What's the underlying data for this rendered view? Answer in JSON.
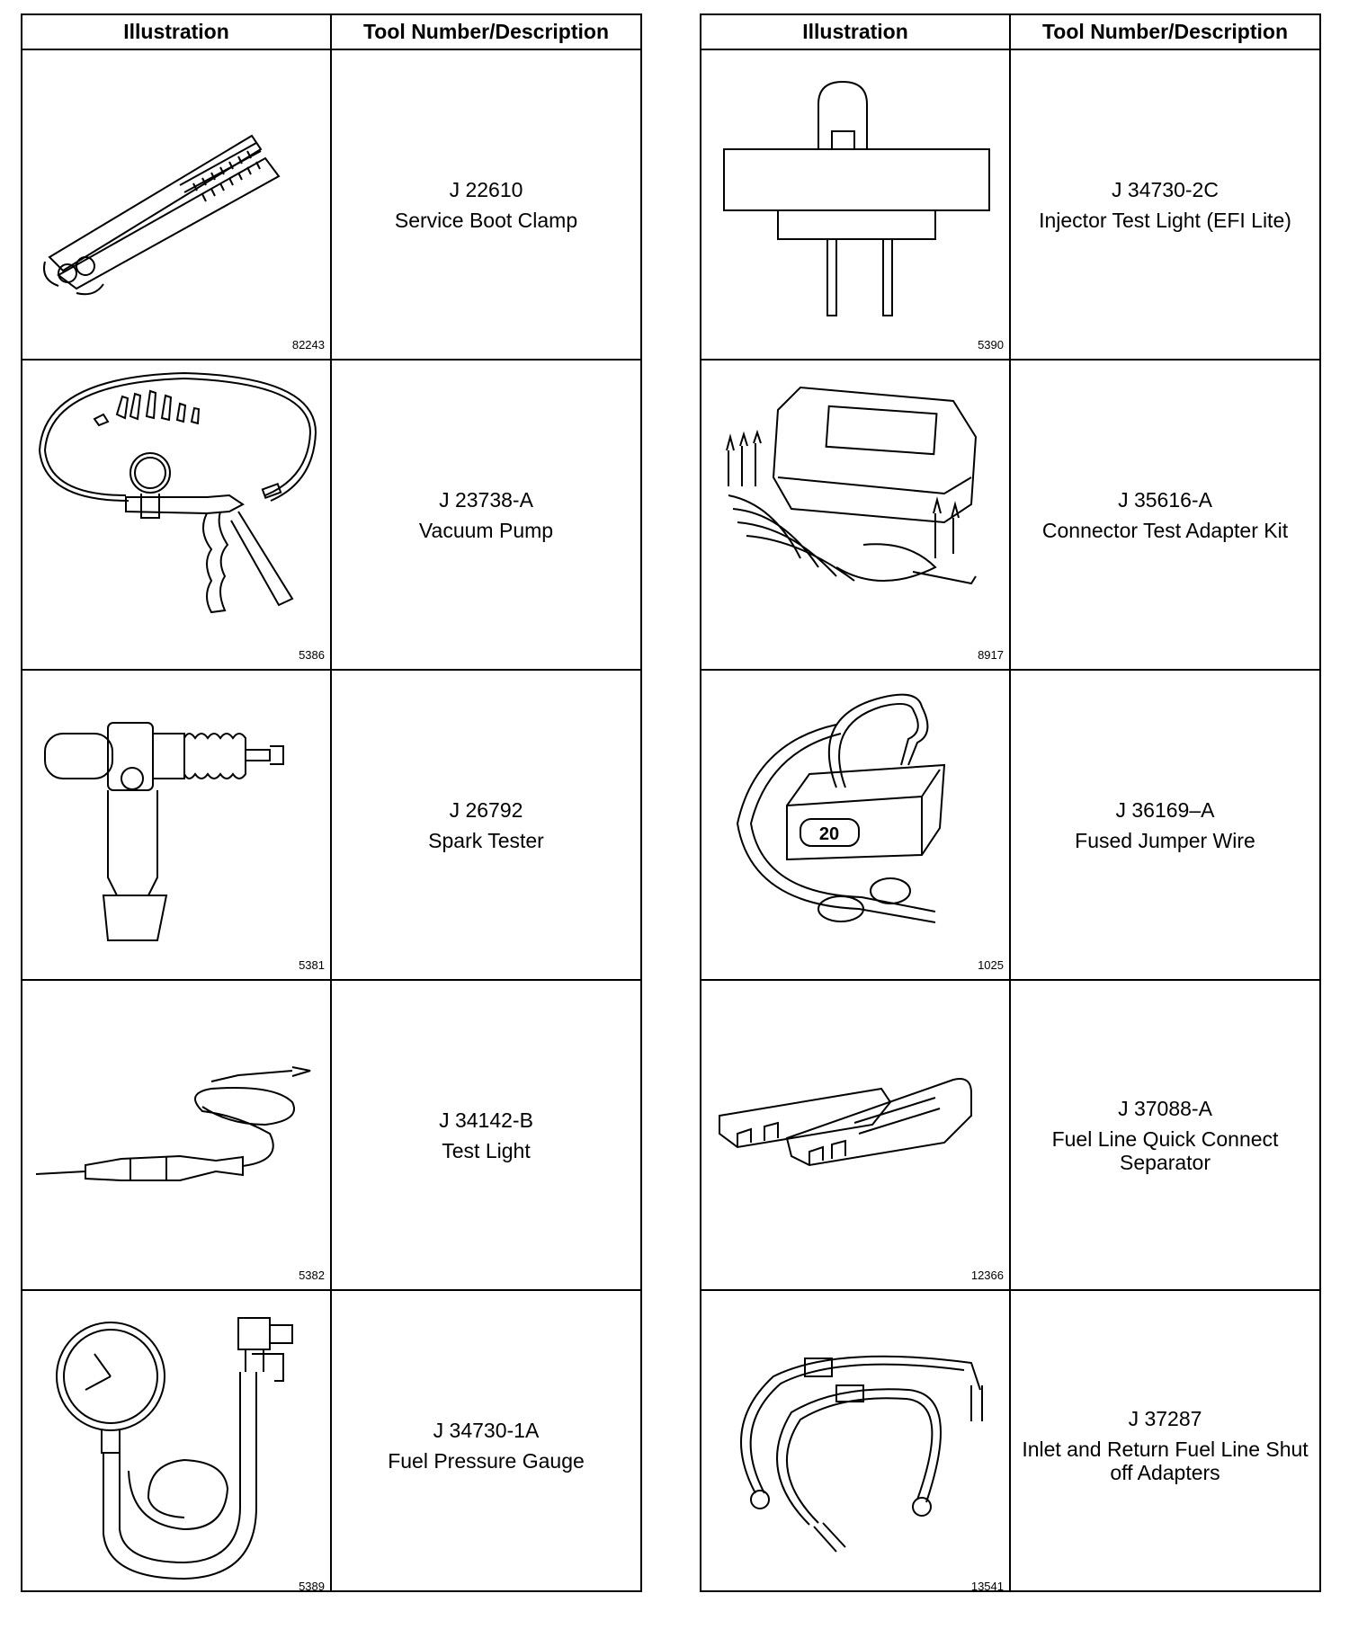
{
  "tables": [
    {
      "header": {
        "illustration": "Illustration",
        "description": "Tool Number/Description"
      },
      "rows": [
        {
          "fig": "82243",
          "number": "J 22610",
          "description": "Service Boot Clamp",
          "icon": "boot-clamp-pliers-icon"
        },
        {
          "fig": "5386",
          "number": "J 23738-A",
          "description": "Vacuum Pump",
          "icon": "vacuum-pump-icon"
        },
        {
          "fig": "5381",
          "number": "J 26792",
          "description": "Spark Tester",
          "icon": "spark-tester-icon"
        },
        {
          "fig": "5382",
          "number": "J 34142-B",
          "description": "Test Light",
          "icon": "test-light-icon"
        },
        {
          "fig": "5389",
          "number": "J 34730-1A",
          "description": "Fuel Pressure Gauge",
          "icon": "fuel-pressure-gauge-icon"
        }
      ]
    },
    {
      "header": {
        "illustration": "Illustration",
        "description": "Tool Number/Description"
      },
      "rows": [
        {
          "fig": "5390",
          "number": "J 34730-2C",
          "description": "Injector Test Light (EFI Lite)",
          "icon": "injector-test-light-icon"
        },
        {
          "fig": "8917",
          "number": "J 35616-A",
          "description": "Connector Test Adapter Kit",
          "icon": "connector-test-adapter-kit-icon"
        },
        {
          "fig": "1025",
          "number": "J 36169–A",
          "description": "Fused Jumper Wire",
          "icon": "fused-jumper-wire-icon",
          "fuse_label": "20"
        },
        {
          "fig": "12366",
          "number": "J 37088-A",
          "description": "Fuel Line Quick Connect Separator",
          "icon": "quick-connect-separator-icon"
        },
        {
          "fig": "13541",
          "number": "J 37287",
          "description": "Inlet and Return Fuel Line Shut off Adapters",
          "icon": "shutoff-adapters-icon"
        }
      ]
    }
  ]
}
